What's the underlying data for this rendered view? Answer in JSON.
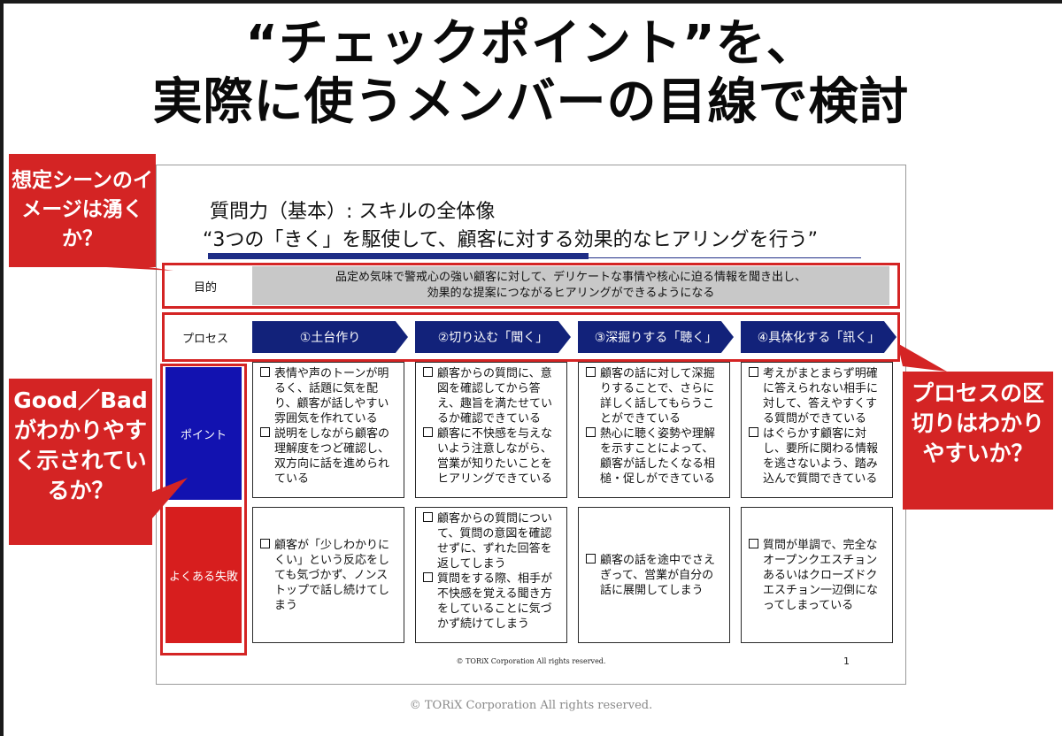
{
  "headline": {
    "line1": "“チェックポイント”を、",
    "line2": "実際に使うメンバーの目線で検討"
  },
  "slide": {
    "title1": "質問力（基本）: スキルの全体像",
    "title2": "“3つの「きく」を駆使して、顧客に対する効果的なヒアリングを行う”",
    "purpose_label": "目的",
    "purpose_line1": "品定め気味で警戒心の強い顧客に対して、デリケートな事情や核心に迫る情報を聞き出し、",
    "purpose_line2": "効果的な提案につながるヒアリングができるようになる",
    "process_label": "プロセス",
    "steps": [
      "①土台作り",
      "②切り込む「聞く」",
      "③深掘りする「聴く」",
      "④具体化する「訊く」"
    ],
    "point_label": "ポイント",
    "fail_label": "よくある失敗",
    "points": [
      [
        "表情や声のトーンが明るく、話題に気を配り、顧客が話しやすい雰囲気を作れている",
        "説明をしながら顧客の理解度をつど確認し、双方向に話を進められている"
      ],
      [
        "顧客からの質問に、意図を確認してから答え、趣旨を満たせているか確認できている",
        "顧客に不快感を与えないよう注意しながら、営業が知りたいことをヒアリングできている"
      ],
      [
        "顧客の話に対して深掘りすることで、さらに詳しく話してもらうことができている",
        "熱心に聴く姿勢や理解を示すことによって、顧客が話したくなる相槌・促しができている"
      ],
      [
        "考えがまとまらず明確に答えられない相手に対して、答えやすくする質問ができている",
        "はぐらかす顧客に対し、要所に関わる情報を逃さないよう、踏み込んで質問できている"
      ]
    ],
    "fails": [
      [
        "顧客が「少しわかりにくい」という反応をしても気づかず、ノンストップで話し続けてしまう"
      ],
      [
        "顧客からの質問について、質問の意図を確認せずに、ずれた回答を返してしまう",
        "質問をする際、相手が不快感を覚える聞き方をしていることに気づかず続けてしまう"
      ],
      [
        "顧客の話を途中でさえぎって、営業が自分の話に展開してしまう"
      ],
      [
        "質問が単調で、完全なオープンクエスチョンあるいはクローズドクエスチョン一辺倒になってしまっている"
      ]
    ],
    "copyright": "© TORiX Corporation All rights reserved.",
    "page_number": "1"
  },
  "callouts": {
    "scene": "想定シーンのイメージは湧くか？",
    "goodbad": "Good／Badがわかりやすく示されているか？",
    "process": "プロセスの区切りはわかりやすいか？"
  },
  "footer": {
    "copyright": "© TORiX Corporation All rights reserved."
  },
  "colors": {
    "accent_red": "#d42424",
    "navy": "#12227a",
    "point_blue": "#1212b0",
    "fail_red": "#d71e1e"
  }
}
